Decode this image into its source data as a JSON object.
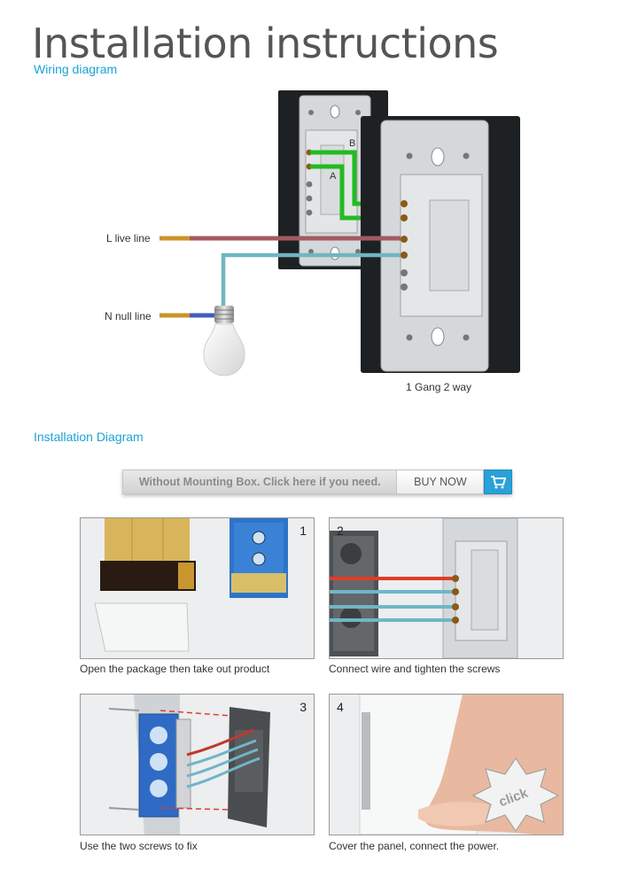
{
  "header": {
    "title": "Installation instructions",
    "wiring_subtitle": "Wiring diagram"
  },
  "wiring": {
    "live_line": "L live line",
    "null_line": "N null line",
    "terminal_a": "A",
    "terminal_b": "B",
    "caption": "1 Gang 2 way",
    "colors": {
      "live": "#a45a62",
      "null": "#6fb6c0",
      "traveller": "#22bb22",
      "plate": "#1e2124",
      "module": "#d5d8da"
    }
  },
  "install": {
    "title": "Installation Diagram",
    "banner": {
      "text": "Without Mounting Box. Click here if you need.",
      "button": "BUY NOW",
      "icon": "cart-icon"
    }
  },
  "steps": [
    {
      "number": "1",
      "caption": "Open the package then take out product"
    },
    {
      "number": "2",
      "caption": "Connect wire and tighten the screws"
    },
    {
      "number": "3",
      "caption": "Use the two screws to fix"
    },
    {
      "number": "4",
      "caption": "Cover the panel, connect the power.",
      "badge": "click"
    }
  ]
}
